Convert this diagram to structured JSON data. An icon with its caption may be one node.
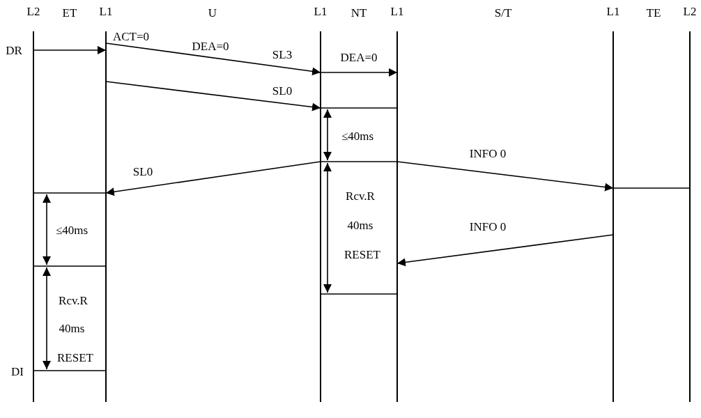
{
  "diagram": {
    "nodes": [
      {
        "text": [
          "L2"
        ]
      },
      {
        "text": [
          "L1"
        ]
      },
      {
        "text": [
          "L1"
        ]
      },
      {
        "text": [
          "L1"
        ]
      },
      {
        "text": [
          "L1"
        ]
      },
      {
        "text": [
          "L2"
        ]
      }
    ],
    "edges": [
      {
        "from": 0,
        "to": 1,
        "arrow": "to"
      },
      {
        "from": 1,
        "to": 2,
        "arrow": "to",
        "label": "SL3"
      },
      {
        "from": 2,
        "to": 3,
        "arrow": "to",
        "label": "DEA=0"
      },
      {
        "from": 1,
        "to": 2,
        "arrow": "to",
        "label": "SL0"
      },
      {
        "from": 2,
        "to": 3,
        "arrow": "none"
      },
      {
        "from": 2,
        "to": 1,
        "arrow": "to",
        "label": "SL0"
      },
      {
        "from": 2,
        "to": 3,
        "arrow": "none"
      },
      {
        "from": 3,
        "to": 4,
        "arrow": "to",
        "label": "INFO 0"
      },
      {
        "from": 4,
        "to": 5,
        "arrow": "none"
      },
      {
        "from": 0,
        "to": 1,
        "arrow": "none"
      },
      {
        "from": 0,
        "to": 1,
        "arrow": "none"
      },
      {
        "from": 4,
        "to": 3,
        "arrow": "to",
        "label": "INFO 0"
      },
      {
        "from": 2,
        "to": 3,
        "arrow": "none"
      },
      {
        "from": 0,
        "to": 1,
        "arrow": "none"
      }
    ],
    "labels": [
      "ET",
      "U",
      "NT",
      "S/T",
      "TE",
      "DR",
      "ACT=0",
      "DEA=0",
      "≤40ms",
      "Rcv.R",
      "40ms",
      "RESET",
      "≤40ms",
      "Rcv.R",
      "40ms",
      "RESET",
      "DI"
    ]
  }
}
